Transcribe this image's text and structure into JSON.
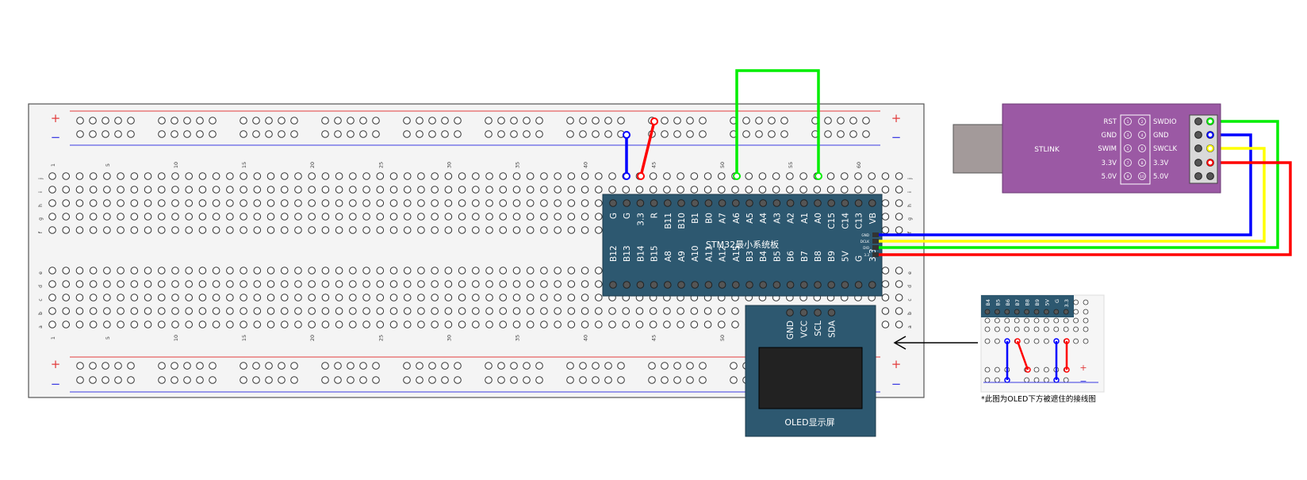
{
  "breadboard": {
    "plus_sign": "+",
    "minus_sign": "−",
    "row_letters_top": [
      "j",
      "i",
      "h",
      "g",
      "f"
    ],
    "row_letters_bottom": [
      "e",
      "d",
      "c",
      "b",
      "a"
    ],
    "column_numbers": [
      "1",
      "5",
      "10",
      "15",
      "20",
      "25",
      "30",
      "35",
      "40",
      "45",
      "50",
      "55",
      "60"
    ]
  },
  "mcu": {
    "title": "STM32最小系统板",
    "top_pins": [
      "G",
      "G",
      "3.3",
      "R",
      "B11",
      "B10",
      "B1",
      "B0",
      "A7",
      "A6",
      "A5",
      "A4",
      "A3",
      "A2",
      "A1",
      "A0",
      "C15",
      "C14",
      "C13",
      "VB"
    ],
    "bottom_pins": [
      "B12",
      "B13",
      "B14",
      "B15",
      "A8",
      "A9",
      "A10",
      "A11",
      "A12",
      "A15",
      "B3",
      "B4",
      "B5",
      "B6",
      "B7",
      "B8",
      "B9",
      "5V",
      "G",
      "3.3"
    ],
    "side_pins": [
      "GND",
      "DCLK",
      "DIO",
      "3.3"
    ]
  },
  "oled": {
    "title": "OLED显示屏",
    "pins": [
      "GND",
      "VCC",
      "SCL",
      "SDA"
    ]
  },
  "stlink": {
    "label": "STLINK",
    "left_pins": [
      "RST",
      "GND",
      "SWIM",
      "3.3V",
      "5.0V"
    ],
    "right_pins": [
      "SWDIO",
      "GND",
      "SWCLK",
      "3.3V",
      "5.0V"
    ],
    "pin_numbers_left": [
      "1",
      "3",
      "5",
      "7",
      "9"
    ],
    "pin_numbers_right": [
      "2",
      "4",
      "6",
      "8",
      "10"
    ]
  },
  "inset": {
    "pins": [
      "B4",
      "B5",
      "B6",
      "B7",
      "B8",
      "B9",
      "5V",
      "G",
      "3.3"
    ],
    "plus_sign": "+",
    "minus_sign": "−",
    "caption": "*此图为OLED下方被遮住的接线图"
  },
  "colors": {
    "board_blue": "#2d5870",
    "stlink_purple": "#9b59a4",
    "wire_red": "#ff0000",
    "wire_blue": "#0000ff",
    "wire_green": "#00ee00",
    "wire_yellow": "#ffff00",
    "rail_red": "#e23b3b",
    "rail_blue": "#3b3be2"
  }
}
